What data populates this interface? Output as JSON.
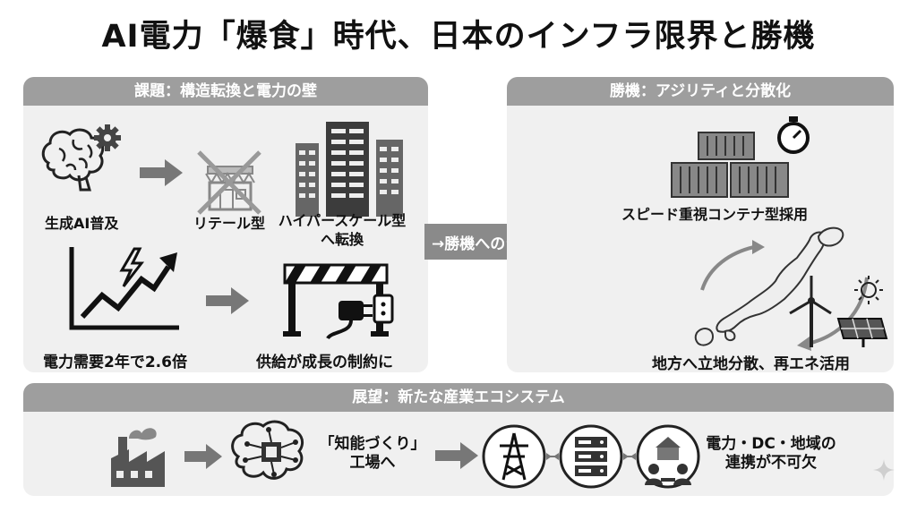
{
  "title": "AI電力「爆食」時代、日本のインフラ限界と勝機",
  "challenge": {
    "header": "課題：構造転換と電力の壁",
    "genai": "生成AI普及",
    "retail": "リテール型",
    "hyperscale_line1": "ハイパースケール型",
    "hyperscale_line2": "へ転換",
    "demand": "電力需要2年で2.6倍",
    "supply": "供給が成長の制約に"
  },
  "shift_label": "→勝機へのシフト→",
  "opportunity": {
    "header": "勝機：アジリティと分散化",
    "container": "スピード重視コンテナ型採用",
    "regional": "地方へ立地分散、再エネ活用"
  },
  "outlook": {
    "header": "展望：新たな産業エコシステム",
    "factory_line1": "「知能づくり」",
    "factory_line2": "工場へ",
    "link_line1": "電力・DC・地域の",
    "link_line2": "連携が不可欠"
  }
}
